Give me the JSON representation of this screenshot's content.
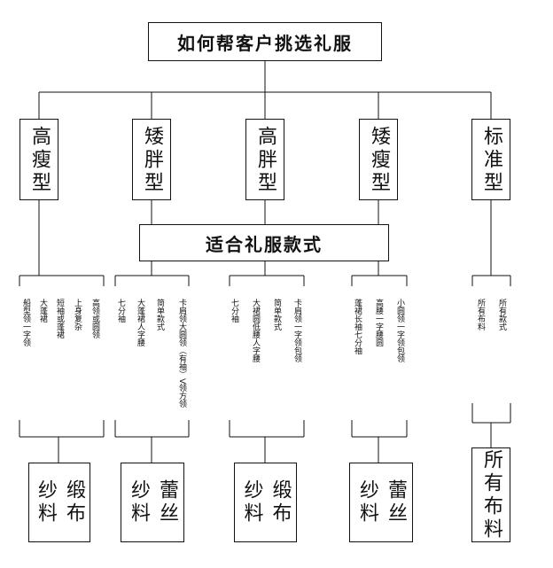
{
  "title": "如何帮客户挑选礼服",
  "middle_label": "适合礼服款式",
  "body_types": [
    {
      "label": "高瘦型"
    },
    {
      "label": "矮胖型"
    },
    {
      "label": "高胖型"
    },
    {
      "label": "矮瘦型"
    },
    {
      "label": "标准型"
    }
  ],
  "style_groups": [
    {
      "items": [
        "高领或圆领",
        "上身复杂",
        "短袖或蓬裙",
        "大蓬裙",
        "船型领一字领"
      ]
    },
    {
      "items": [
        "卡肩领大圆领（有袖）V领方领",
        "简单款式",
        "大蓬裙人字腰",
        "七分袖"
      ]
    },
    {
      "items": [
        "卡肩领一字领包领",
        "简单款式",
        "大裙圆低腰人字腰",
        "七分袖"
      ]
    },
    {
      "items": [
        "小圆领一字领包领",
        "高腰一字腰圆",
        "蓬裙长袖七分袖"
      ]
    },
    {
      "items": [
        "所有款式",
        "所有布料"
      ]
    }
  ],
  "fabrics": [
    {
      "col1": "缎布",
      "col2": "纱料"
    },
    {
      "col1": "蕾丝",
      "col2": "纱料"
    },
    {
      "col1": "缎布",
      "col2": "纱料"
    },
    {
      "col1": "蕾丝",
      "col2": "纱料"
    },
    {
      "col1": "所有布料"
    }
  ]
}
